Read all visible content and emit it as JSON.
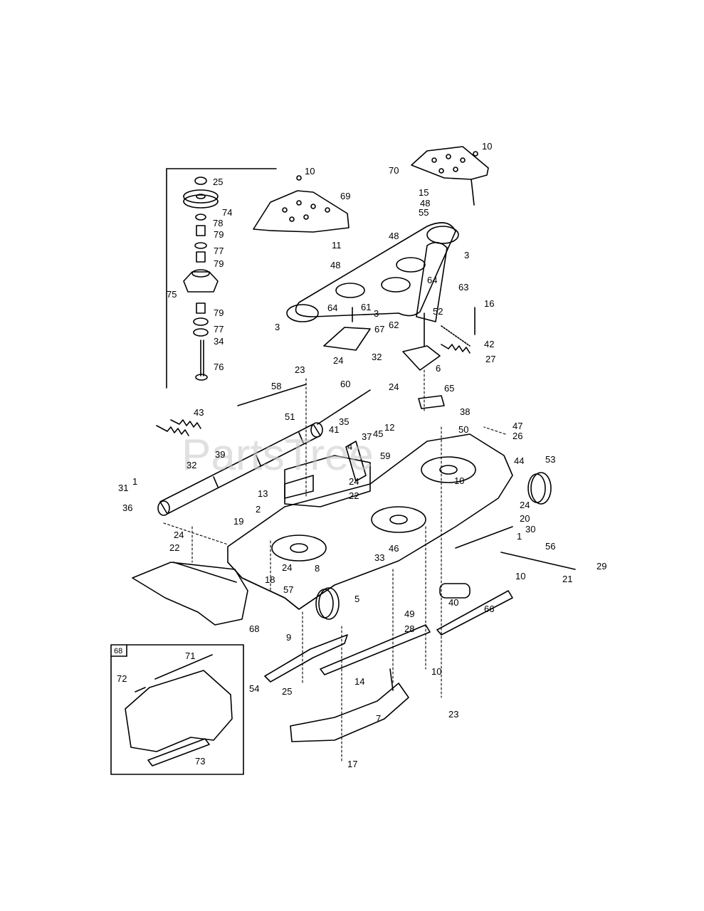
{
  "watermark": "PartsTree",
  "inset_tag": "68",
  "callouts": [
    {
      "id": "c25a",
      "text": "25"
    },
    {
      "id": "c74",
      "text": "74"
    },
    {
      "id": "c78",
      "text": "78"
    },
    {
      "id": "c79a",
      "text": "79"
    },
    {
      "id": "c77a",
      "text": "77"
    },
    {
      "id": "c79b",
      "text": "79"
    },
    {
      "id": "c75",
      "text": "75"
    },
    {
      "id": "c79c",
      "text": "79"
    },
    {
      "id": "c77b",
      "text": "77"
    },
    {
      "id": "c34",
      "text": "34"
    },
    {
      "id": "c76",
      "text": "76"
    },
    {
      "id": "c10a",
      "text": "10"
    },
    {
      "id": "c69",
      "text": "69"
    },
    {
      "id": "c10b",
      "text": "10"
    },
    {
      "id": "c70",
      "text": "70"
    },
    {
      "id": "c15",
      "text": "15"
    },
    {
      "id": "c48a",
      "text": "48"
    },
    {
      "id": "c55",
      "text": "55"
    },
    {
      "id": "c48b",
      "text": "48"
    },
    {
      "id": "c11",
      "text": "11"
    },
    {
      "id": "c48c",
      "text": "48"
    },
    {
      "id": "c3a",
      "text": "3"
    },
    {
      "id": "c64a",
      "text": "64"
    },
    {
      "id": "c63",
      "text": "63"
    },
    {
      "id": "c64b",
      "text": "64"
    },
    {
      "id": "c61",
      "text": "61"
    },
    {
      "id": "c3b",
      "text": "3"
    },
    {
      "id": "c3c",
      "text": "3"
    },
    {
      "id": "c62",
      "text": "62"
    },
    {
      "id": "c52",
      "text": "52"
    },
    {
      "id": "c16",
      "text": "16"
    },
    {
      "id": "c67",
      "text": "67"
    },
    {
      "id": "c42",
      "text": "42"
    },
    {
      "id": "c24a",
      "text": "24"
    },
    {
      "id": "c27",
      "text": "27"
    },
    {
      "id": "c6",
      "text": "6"
    },
    {
      "id": "c32a",
      "text": "32"
    },
    {
      "id": "c23a",
      "text": "23"
    },
    {
      "id": "c58",
      "text": "58"
    },
    {
      "id": "c60",
      "text": "60"
    },
    {
      "id": "c24b",
      "text": "24"
    },
    {
      "id": "c65",
      "text": "65"
    },
    {
      "id": "c43",
      "text": "43"
    },
    {
      "id": "c51",
      "text": "51"
    },
    {
      "id": "c38",
      "text": "38"
    },
    {
      "id": "c35",
      "text": "35"
    },
    {
      "id": "c12",
      "text": "12"
    },
    {
      "id": "c41",
      "text": "41"
    },
    {
      "id": "c45",
      "text": "45"
    },
    {
      "id": "c50",
      "text": "50"
    },
    {
      "id": "c47",
      "text": "47"
    },
    {
      "id": "c26",
      "text": "26"
    },
    {
      "id": "c37",
      "text": "37"
    },
    {
      "id": "c4",
      "text": "4"
    },
    {
      "id": "c59",
      "text": "59"
    },
    {
      "id": "c39",
      "text": "39"
    },
    {
      "id": "c32b",
      "text": "32"
    },
    {
      "id": "c10c",
      "text": "10"
    },
    {
      "id": "c44",
      "text": "44"
    },
    {
      "id": "c53",
      "text": "53"
    },
    {
      "id": "c24c",
      "text": "24"
    },
    {
      "id": "c1a",
      "text": "1"
    },
    {
      "id": "c31",
      "text": "31"
    },
    {
      "id": "c22a",
      "text": "22"
    },
    {
      "id": "c13",
      "text": "13"
    },
    {
      "id": "c24d",
      "text": "24"
    },
    {
      "id": "c36",
      "text": "36"
    },
    {
      "id": "c2",
      "text": "2"
    },
    {
      "id": "c20",
      "text": "20"
    },
    {
      "id": "c19",
      "text": "19"
    },
    {
      "id": "c30",
      "text": "30"
    },
    {
      "id": "c1b",
      "text": "1"
    },
    {
      "id": "c56",
      "text": "56"
    },
    {
      "id": "c24e",
      "text": "24"
    },
    {
      "id": "c22b",
      "text": "22"
    },
    {
      "id": "c46",
      "text": "46"
    },
    {
      "id": "c33",
      "text": "33"
    },
    {
      "id": "c29",
      "text": "29"
    },
    {
      "id": "c21",
      "text": "21"
    },
    {
      "id": "c24f",
      "text": "24"
    },
    {
      "id": "c8",
      "text": "8"
    },
    {
      "id": "c10d",
      "text": "10"
    },
    {
      "id": "c18",
      "text": "18"
    },
    {
      "id": "c57",
      "text": "57"
    },
    {
      "id": "c5",
      "text": "5"
    },
    {
      "id": "c40",
      "text": "40"
    },
    {
      "id": "c49",
      "text": "49"
    },
    {
      "id": "c66",
      "text": "66"
    },
    {
      "id": "c68",
      "text": "68"
    },
    {
      "id": "c28",
      "text": "28"
    },
    {
      "id": "c9",
      "text": "9"
    },
    {
      "id": "c71",
      "text": "71"
    },
    {
      "id": "c10e",
      "text": "10"
    },
    {
      "id": "c72",
      "text": "72"
    },
    {
      "id": "c14",
      "text": "14"
    },
    {
      "id": "c54",
      "text": "54"
    },
    {
      "id": "c25b",
      "text": "25"
    },
    {
      "id": "c23b",
      "text": "23"
    },
    {
      "id": "c7",
      "text": "7"
    },
    {
      "id": "c73",
      "text": "73"
    },
    {
      "id": "c17",
      "text": "17"
    }
  ]
}
